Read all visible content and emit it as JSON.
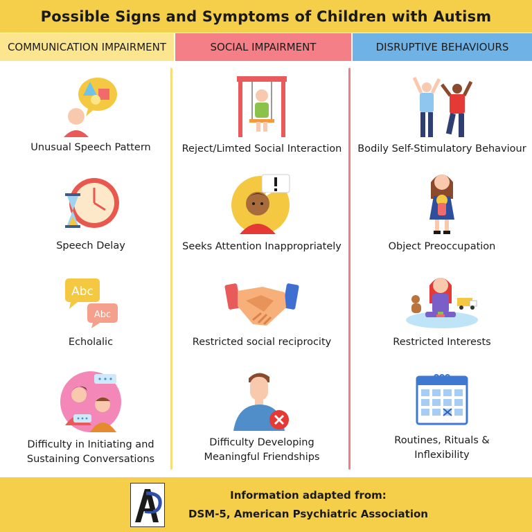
{
  "title": "Possible Signs and Symptoms of Children with Autism",
  "columns": [
    {
      "header": "COMMUNICATION IMPAIRMENT",
      "color": "#fbe58e",
      "items": [
        {
          "label": "Unusual Speech Pattern",
          "icon": "speech-bubble-shapes-icon"
        },
        {
          "label": "Speech Delay",
          "icon": "clock-hourglass-icon"
        },
        {
          "label": "Echolalic",
          "icon": "abc-speech-bubbles-icon"
        },
        {
          "label_line1": "Difficulty in Initiating and",
          "label_line2": "Sustaining Conversations",
          "icon": "two-people-conversation-icon"
        }
      ]
    },
    {
      "header": "SOCIAL IMPAIRMENT",
      "color": "#f47f86",
      "items": [
        {
          "label": "Reject/Limted Social Interaction",
          "icon": "child-on-swing-icon"
        },
        {
          "label": "Seeks Attention Inappropriately",
          "icon": "boy-exclamation-icon"
        },
        {
          "label": "Restricted social reciprocity",
          "icon": "handshake-icon"
        },
        {
          "label_line1": "Difficulty Developing",
          "label_line2": "Meaningful Friendships",
          "icon": "person-no-friends-icon"
        }
      ]
    },
    {
      "header": "DISRUPTIVE BEHAVIOURS",
      "color": "#6fb3e6",
      "items": [
        {
          "label": "Bodily Self-Stimulatory Behaviour",
          "icon": "flapping-people-icon"
        },
        {
          "label": "Object Preoccupation",
          "icon": "girl-with-doll-icon"
        },
        {
          "label": "Restricted Interests",
          "icon": "girl-with-toys-icon"
        },
        {
          "label_line1": "Routines, Rituals &",
          "label_line2": "Inflexibility",
          "icon": "calendar-icon"
        }
      ]
    }
  ],
  "footer": {
    "line1": "Information adapted from:",
    "line2": "DSM-5, American Psychiatric Association",
    "logo": "apa-logo"
  }
}
